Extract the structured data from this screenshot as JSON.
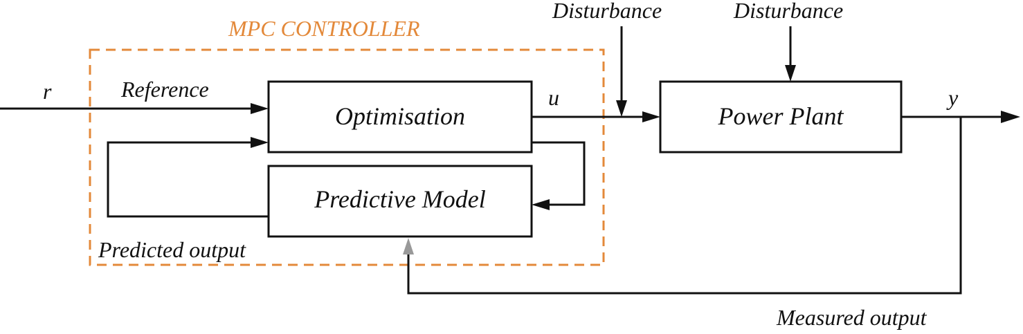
{
  "controller": {
    "title": "MPC CONTROLLER",
    "optimisation_label": "Optimisation",
    "model_label": "Predictive Model",
    "predicted_output_label": "Predicted output"
  },
  "plant": {
    "label": "Power Plant"
  },
  "signals": {
    "reference_symbol": "r",
    "reference_label": "Reference",
    "control_symbol": "u",
    "output_symbol": "y",
    "disturbance_1": "Disturbance",
    "disturbance_2": "Disturbance",
    "measured_output_label": "Measured output"
  },
  "colors": {
    "controller_border": "#e3893a",
    "line": "#111111",
    "measured_arrowhead": "#999999"
  }
}
